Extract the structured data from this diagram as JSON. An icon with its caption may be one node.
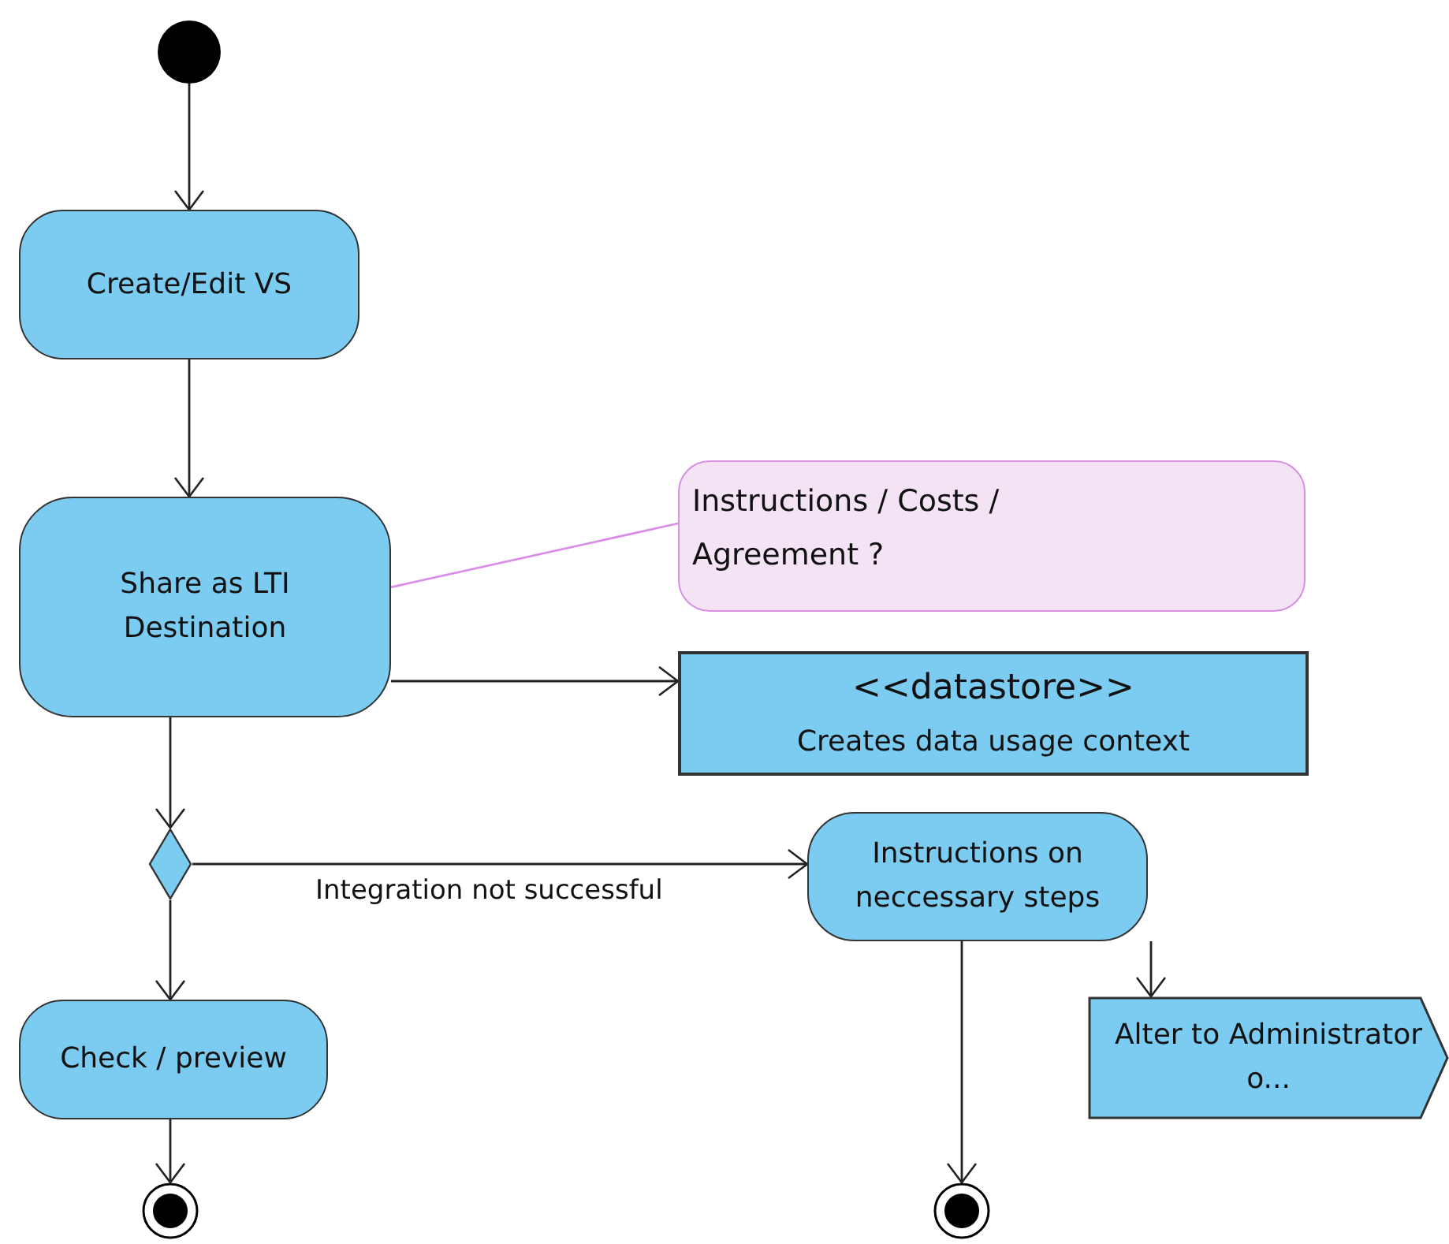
{
  "diagram": {
    "nodes": [
      {
        "text": [],
        "shape": "circle"
      },
      {
        "text": [
          "Create/Edit VS"
        ]
      },
      {
        "text": [
          "Share as LTI Destination"
        ]
      },
      {
        "text": [
          "Instructions / Costs / Agreement ?"
        ]
      },
      {
        "text": [
          "<<datastore>>",
          "Creates data usage context"
        ]
      },
      {
        "text": [],
        "shape": "diamond"
      },
      {
        "text": [
          "Instructions on neccessary steps"
        ]
      },
      {
        "text": [
          "Check / preview"
        ]
      },
      {
        "text": [
          "Alter to Administrator o..."
        ]
      },
      {
        "text": [],
        "shape": "bullseye"
      },
      {
        "text": [],
        "shape": "bullseye"
      }
    ],
    "edges": [
      {
        "from": 0,
        "to": 1,
        "arrow": "to"
      },
      {
        "from": 1,
        "to": 2,
        "arrow": "to"
      },
      {
        "from": 3,
        "to": 2,
        "arrow": "none",
        "color": "#d98ee6"
      },
      {
        "from": 2,
        "to": 4,
        "arrow": "to"
      },
      {
        "from": 2,
        "to": 5,
        "arrow": "to"
      },
      {
        "from": 5,
        "to": 6,
        "arrow": "to",
        "label": "Integration not successful"
      },
      {
        "from": 5,
        "to": 7,
        "arrow": "to"
      },
      {
        "from": 7,
        "to": 9,
        "arrow": "to"
      },
      {
        "from": 6,
        "to": 10,
        "arrow": "to"
      },
      {
        "from": 6,
        "to": 8,
        "arrow": "to"
      }
    ]
  }
}
